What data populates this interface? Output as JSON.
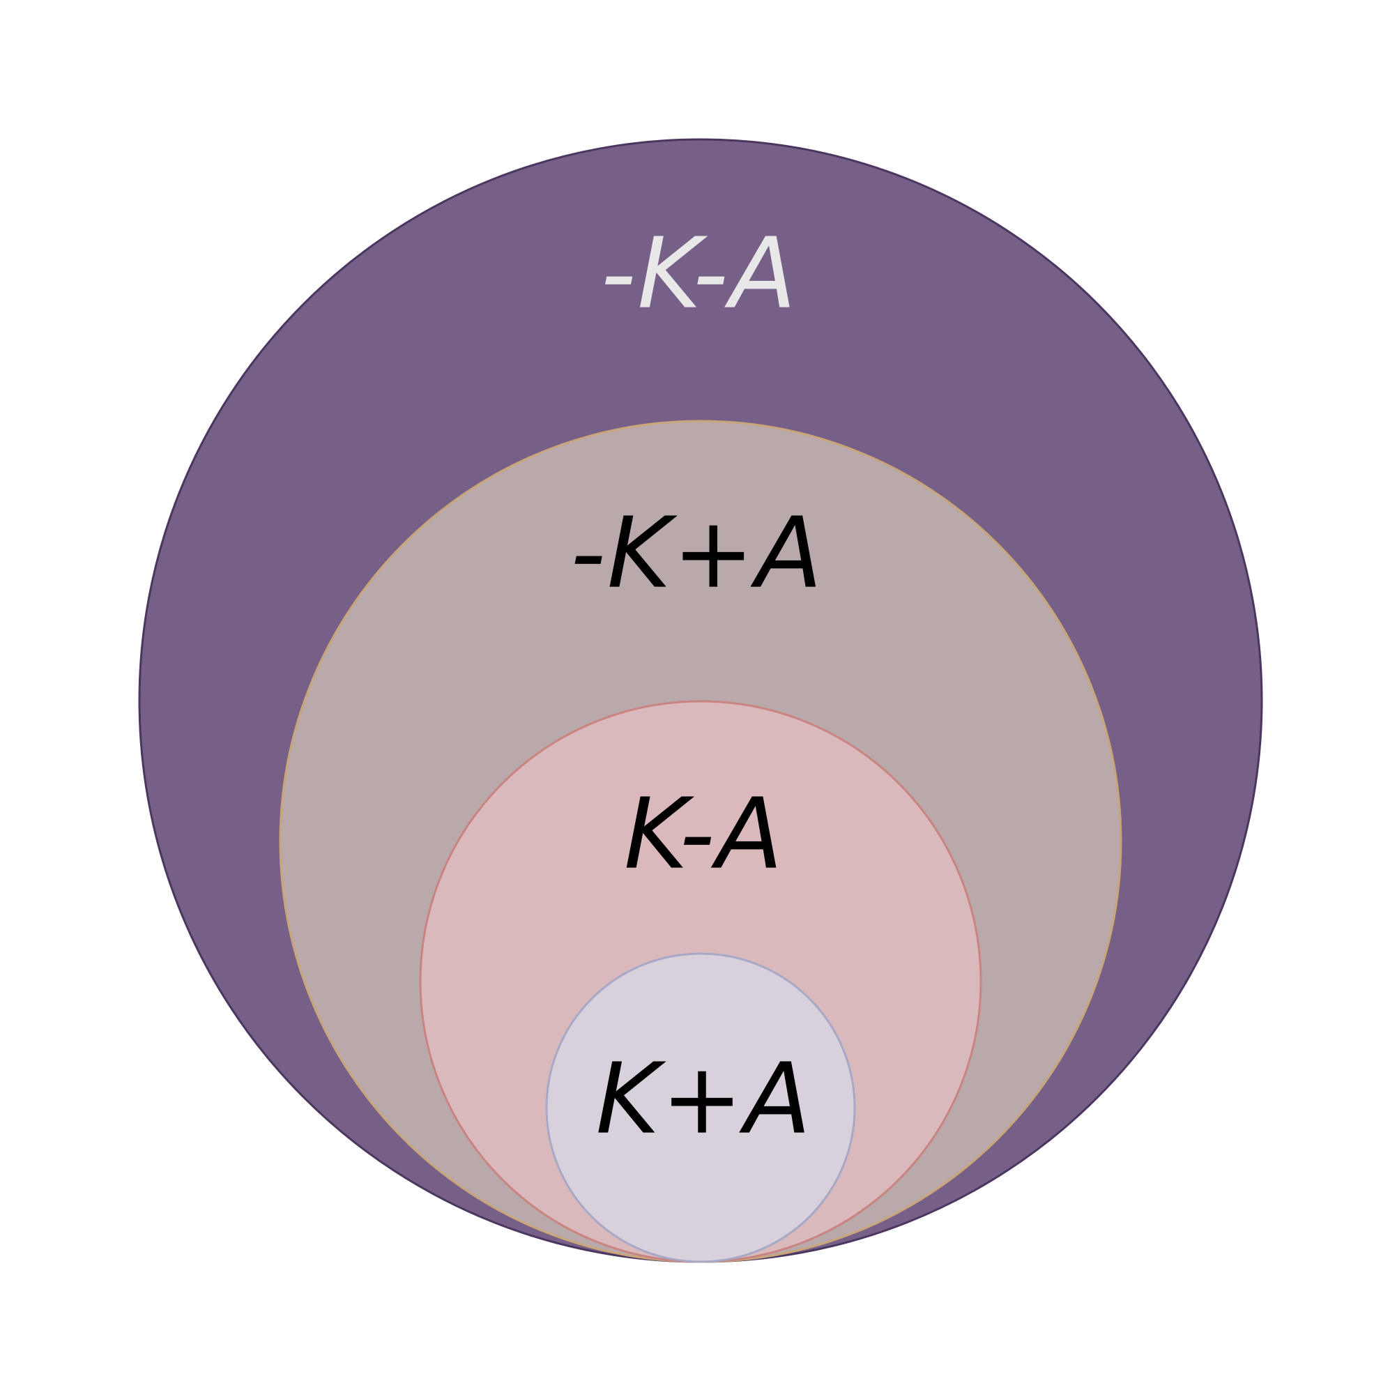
{
  "diagram": {
    "regions": [
      {
        "id": "outer",
        "label": "-K-A",
        "fill": "#766088",
        "stroke": "#4a365e",
        "text_color": "#e8e8e8"
      },
      {
        "id": "second",
        "label": "-K+A",
        "fill": "#baa9aa",
        "stroke": "#c9a57a",
        "text_color": "#000000"
      },
      {
        "id": "third",
        "label": "K-A",
        "fill": "#d9b9bb",
        "stroke": "#c98482",
        "text_color": "#000000"
      },
      {
        "id": "inner",
        "label": "K+A",
        "fill": "#d8d1dc",
        "stroke": "#a6a8c6",
        "text_color": "#000000"
      }
    ]
  }
}
